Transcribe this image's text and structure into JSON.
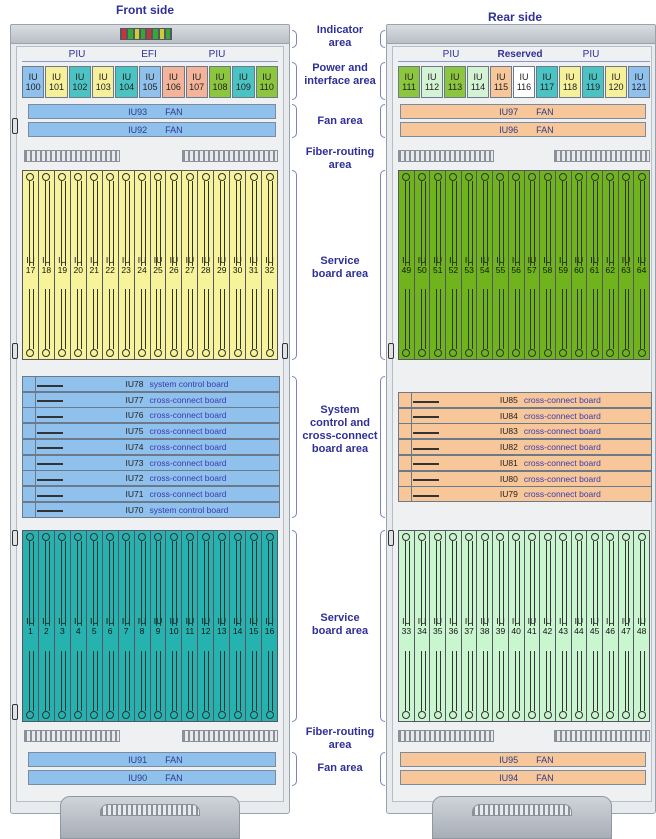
{
  "titles": {
    "front": "Front side",
    "rear": "Rear side"
  },
  "area_labels": {
    "indicator": "Indicator area",
    "power": "Power and interface area",
    "fan_top": "Fan area",
    "fiber_top": "Fiber-routing area",
    "service_top": "Service board area",
    "system": "System control and cross-connect board area",
    "service_bottom": "Service board area",
    "fiber_bottom": "Fiber-routing area",
    "fan_bottom": "Fan area"
  },
  "front": {
    "piu_labels": [
      "PIU",
      "EFI",
      "PIU"
    ],
    "iu_prefix": "IU",
    "power_slots": [
      "100",
      "101",
      "102",
      "103",
      "104",
      "105",
      "106",
      "107",
      "108",
      "109",
      "110"
    ],
    "power_colors": [
      "#8fc1ec",
      "#f7f09a",
      "#4bc3c3",
      "#f7f09a",
      "#4bc3c3",
      "#8fc1ec",
      "#f4b49a",
      "#f4b49a",
      "#8cc63f",
      "#4bc3c3",
      "#8cc63f"
    ],
    "fans_top": [
      {
        "id": "IU93",
        "name": "FAN"
      },
      {
        "id": "IU92",
        "name": "FAN"
      }
    ],
    "service_top_slots": [
      "17",
      "18",
      "19",
      "20",
      "21",
      "22",
      "23",
      "24",
      "25",
      "26",
      "27",
      "28",
      "29",
      "30",
      "31",
      "32"
    ],
    "boards": [
      {
        "id": "IU78",
        "name": "system control board"
      },
      {
        "id": "IU77",
        "name": "cross-connect board"
      },
      {
        "id": "IU76",
        "name": "cross-connect board"
      },
      {
        "id": "IU75",
        "name": "cross-connect board"
      },
      {
        "id": "IU74",
        "name": "cross-connect board"
      },
      {
        "id": "IU73",
        "name": "cross-connect board"
      },
      {
        "id": "IU72",
        "name": "cross-connect board"
      },
      {
        "id": "IU71",
        "name": "cross-connect board"
      },
      {
        "id": "IU70",
        "name": "system control board"
      }
    ],
    "service_bottom_slots": [
      "1",
      "2",
      "3",
      "4",
      "5",
      "6",
      "7",
      "8",
      "9",
      "10",
      "11",
      "12",
      "13",
      "14",
      "15",
      "16"
    ],
    "fans_bottom": [
      {
        "id": "IU91",
        "name": "FAN"
      },
      {
        "id": "IU90",
        "name": "FAN"
      }
    ]
  },
  "rear": {
    "piu_labels": [
      "PIU",
      "Reserved",
      "PIU"
    ],
    "power_slots": [
      "111",
      "112",
      "113",
      "114",
      "115",
      "116",
      "117",
      "118",
      "119",
      "120",
      "121"
    ],
    "power_colors": [
      "#8cc63f",
      "#d4f2d4",
      "#8cc63f",
      "#d4f2d4",
      "#f7c79a",
      "#ffffff",
      "#4bc3c3",
      "#f7f09a",
      "#4bc3c3",
      "#f7f09a",
      "#8fc1ec"
    ],
    "fans_top": [
      {
        "id": "IU97",
        "name": "FAN"
      },
      {
        "id": "IU96",
        "name": "FAN"
      }
    ],
    "service_top_slots": [
      "49",
      "50",
      "51",
      "52",
      "53",
      "54",
      "55",
      "56",
      "57",
      "58",
      "59",
      "60",
      "61",
      "62",
      "63",
      "64"
    ],
    "boards": [
      {
        "id": "IU85",
        "name": "cross-connect board"
      },
      {
        "id": "IU84",
        "name": "cross-connect board"
      },
      {
        "id": "IU83",
        "name": "cross-connect board"
      },
      {
        "id": "IU82",
        "name": "cross-connect board"
      },
      {
        "id": "IU81",
        "name": "cross-connect board"
      },
      {
        "id": "IU80",
        "name": "cross-connect board"
      },
      {
        "id": "IU79",
        "name": "cross-connect board"
      }
    ],
    "service_bottom_slots": [
      "33",
      "34",
      "35",
      "36",
      "37",
      "38",
      "39",
      "40",
      "41",
      "42",
      "43",
      "44",
      "45",
      "46",
      "47",
      "48"
    ],
    "fans_bottom": [
      {
        "id": "IU95",
        "name": "FAN"
      },
      {
        "id": "IU94",
        "name": "FAN"
      }
    ]
  },
  "colors": {
    "fan_front": "#8fc1ec",
    "fan_rear": "#f7c79a",
    "service_front_top": "#f7f39a",
    "service_front_bottom": "#26b3b0",
    "service_rear_top": "#6fb41c",
    "service_rear_bottom": "#c9f5cf",
    "board_front": "#8fc1ec",
    "board_rear": "#f7c79a"
  }
}
